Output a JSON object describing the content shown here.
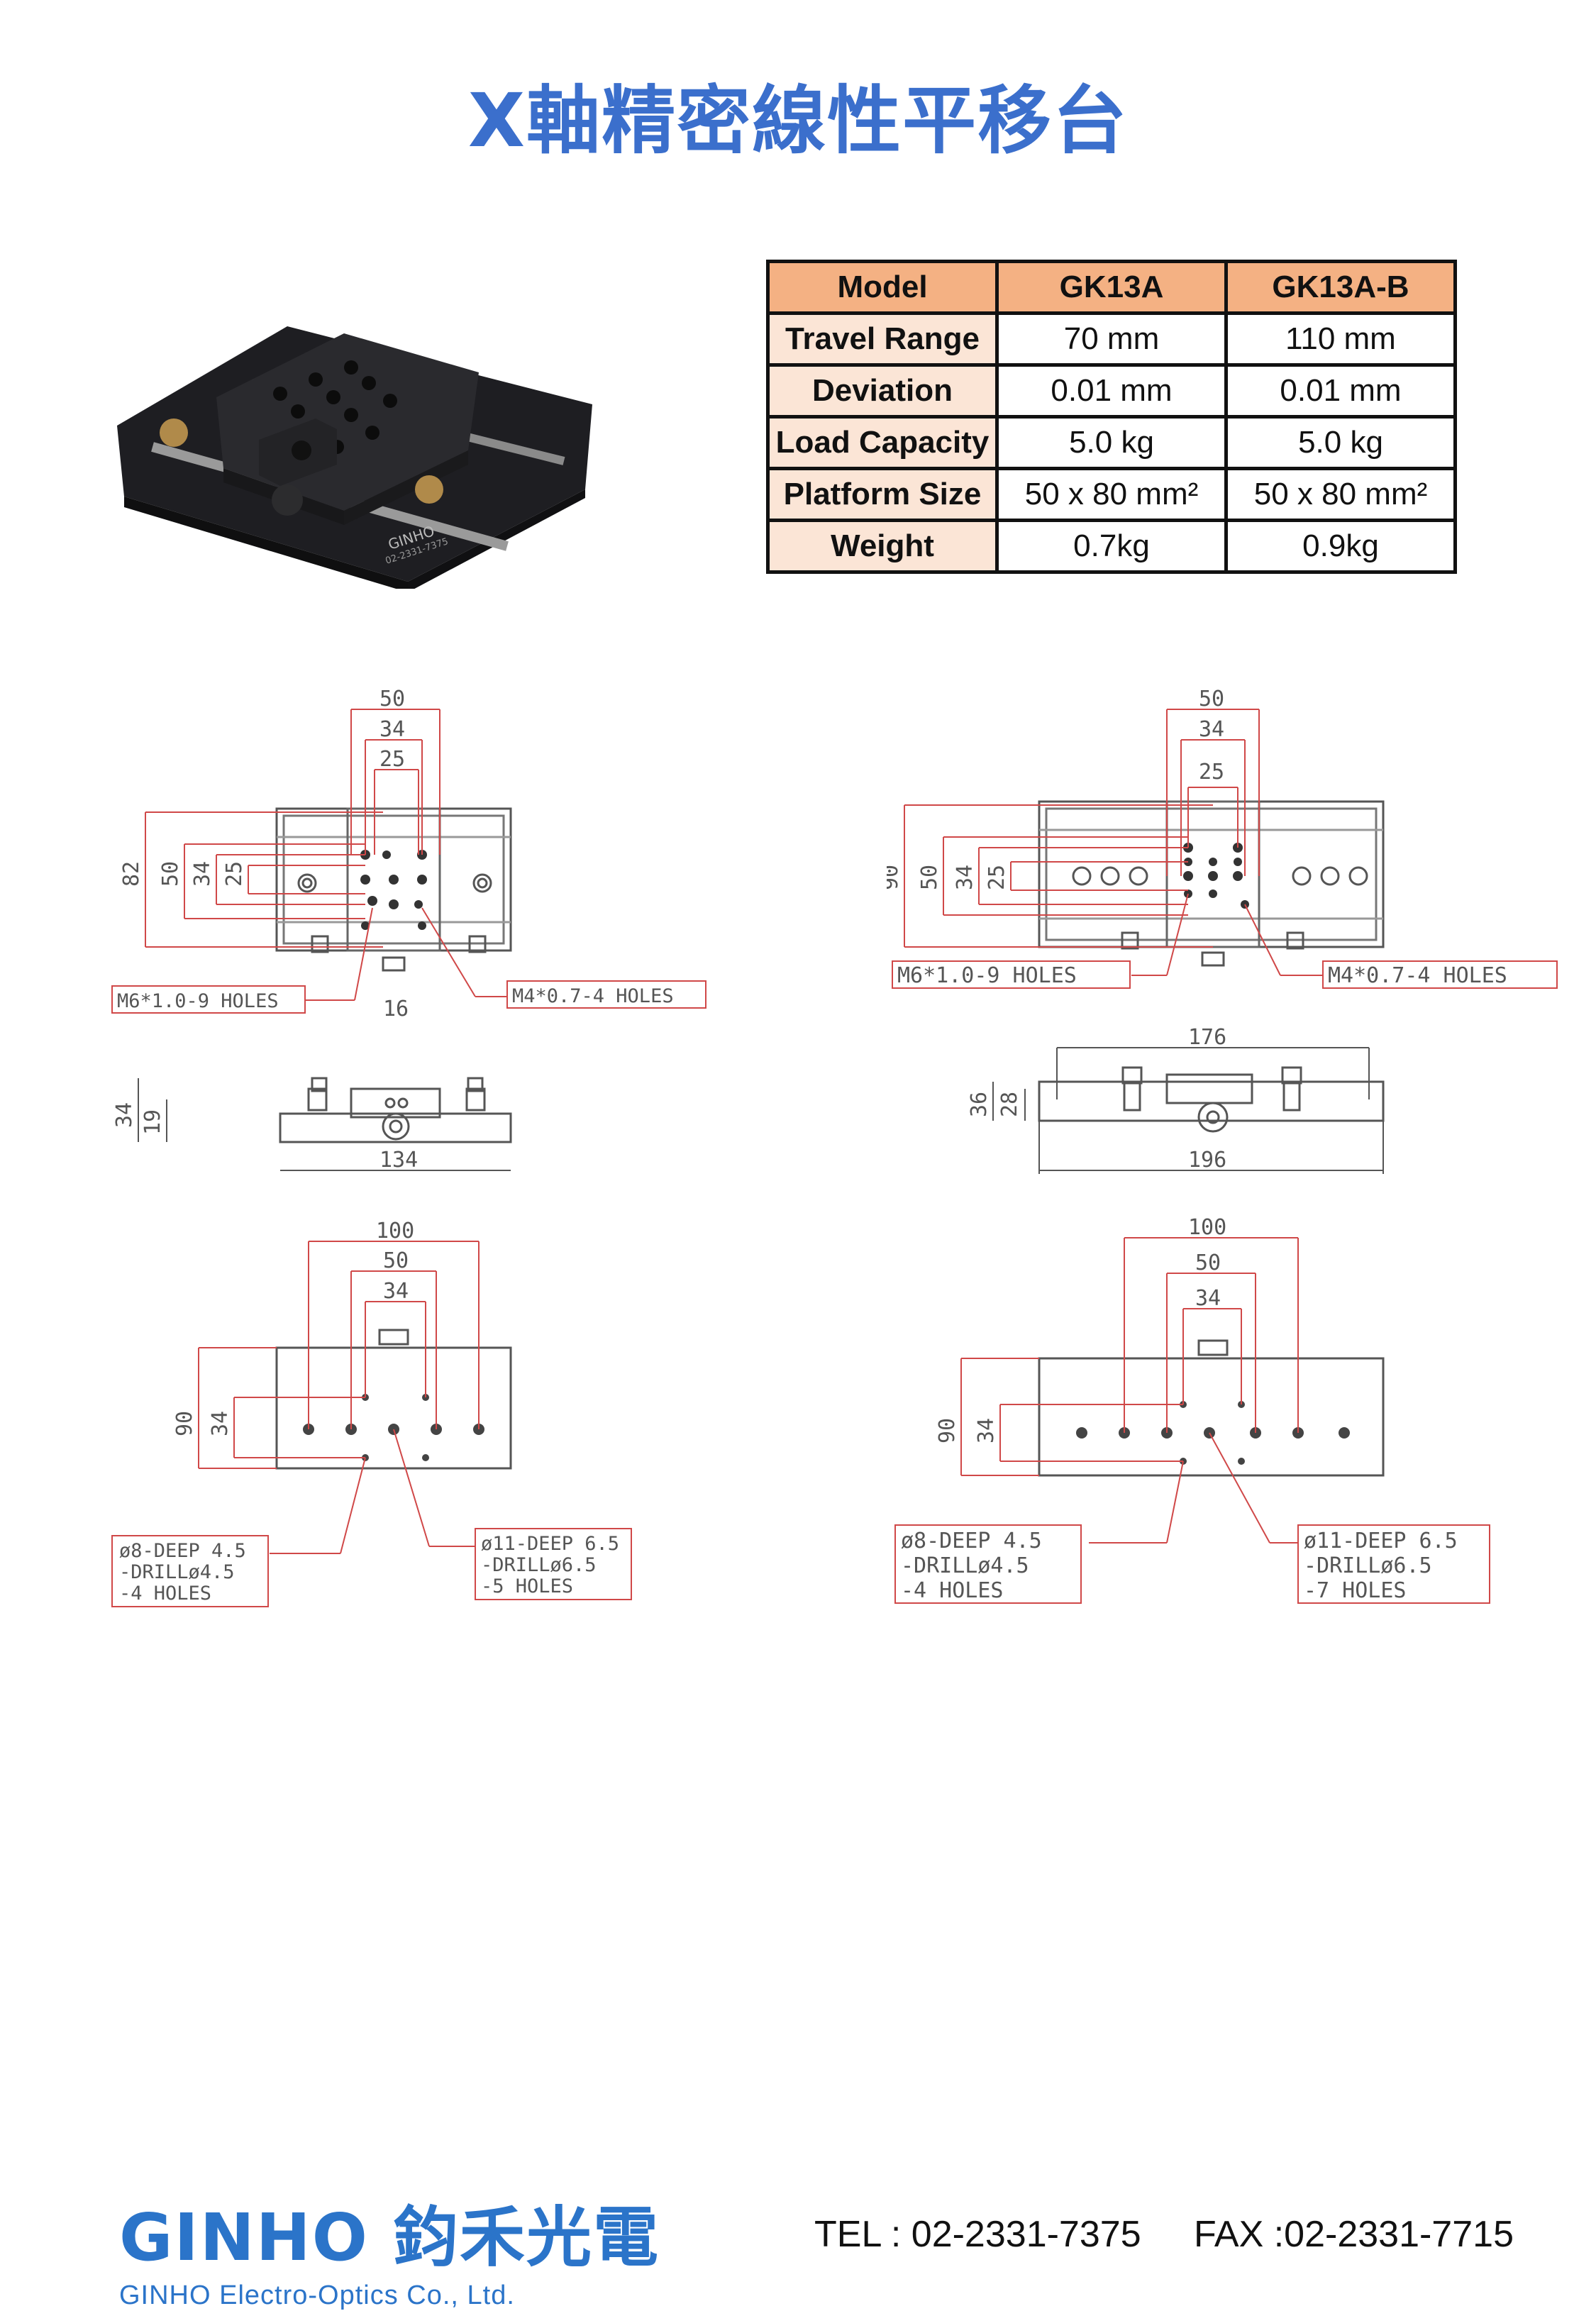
{
  "title": "X軸精密線性平移台",
  "product_image": {
    "brand_label": "GINHO",
    "phone_label": "02-2331-7375"
  },
  "spec_table": {
    "headers": [
      "Model",
      "GK13A",
      "GK13A-B"
    ],
    "rows": [
      [
        "Travel Range",
        "70 mm",
        "110 mm"
      ],
      [
        "Deviation",
        "0.01 mm",
        "0.01 mm"
      ],
      [
        "Load Capacity",
        "5.0 kg",
        "5.0 kg"
      ],
      [
        "Platform Size",
        "50 x 80 mm²",
        "50 x 80 mm²"
      ],
      [
        "Weight",
        "0.7kg",
        "0.9kg"
      ]
    ]
  },
  "drawings": {
    "left": {
      "top_dims": [
        "50",
        "34",
        "25"
      ],
      "side_dims": [
        "82",
        "50",
        "34",
        "25"
      ],
      "label_m6": "M6*1.0-9 HOLES",
      "label_m4": "M4*0.7-4 HOLES",
      "dim_16": "16",
      "side_view_dims": [
        "34",
        "19"
      ],
      "dim_134": "134",
      "bottom_top_dims": [
        "100",
        "50",
        "34"
      ],
      "bottom_side_dims": [
        "90",
        "34"
      ],
      "label_deep45": [
        "ø8-DEEP 4.5",
        "-DRILLø4.5",
        "-4 HOLES"
      ],
      "label_deep65": [
        "ø11-DEEP 6.5",
        "-DRILLø6.5",
        "-5 HOLES"
      ]
    },
    "right": {
      "top_dims": [
        "50",
        "34",
        "25"
      ],
      "side_dims": [
        "90",
        "50",
        "34",
        "25"
      ],
      "label_m6": "M6*1.0-9 HOLES",
      "label_m4": "M4*0.7-4 HOLES",
      "dim_176": "176",
      "side_view_dims": [
        "36",
        "28"
      ],
      "dim_196": "196",
      "bottom_top_dims": [
        "100",
        "50",
        "34"
      ],
      "bottom_side_dims": [
        "90",
        "34"
      ],
      "label_deep45": [
        "ø8-DEEP 4.5",
        "-DRILLø4.5",
        "-4 HOLES"
      ],
      "label_deep65": [
        "ø11-DEEP 6.5",
        "-DRILLø6.5",
        "-7 HOLES"
      ]
    }
  },
  "footer": {
    "logo_brand": "GINHO",
    "logo_chinese": "鈞禾光電",
    "logo_company": "GINHO Electro-Optics Co., Ltd.",
    "tel": "TEL : 02-2331-7375",
    "fax": "FAX :02-2331-7715"
  }
}
